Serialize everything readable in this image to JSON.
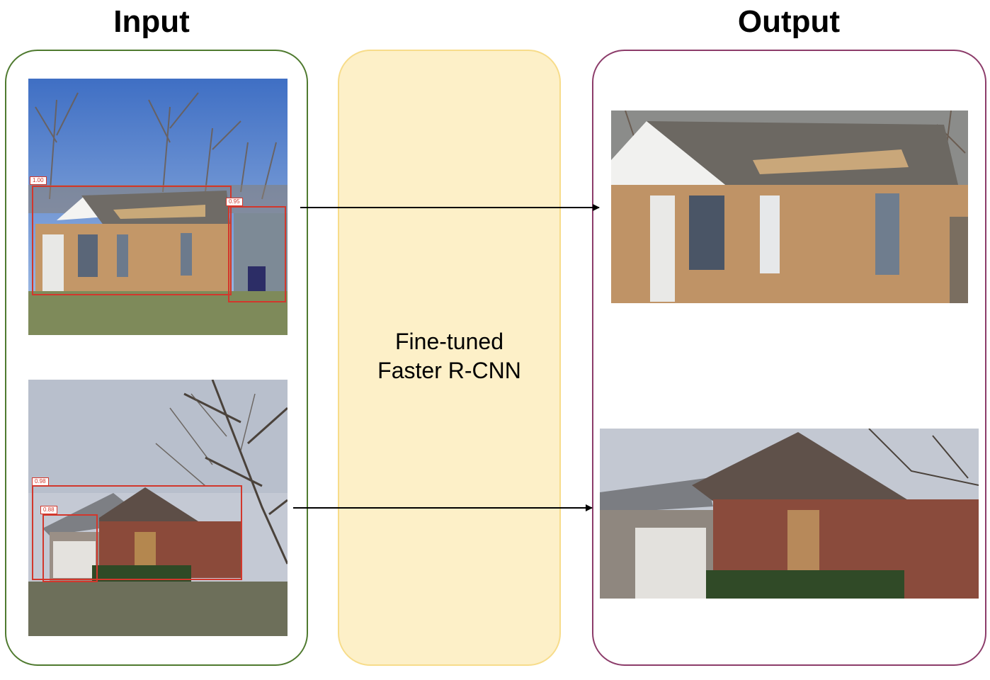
{
  "titles": {
    "input": "Input",
    "output": "Output"
  },
  "model": {
    "line1": "Fine-tuned",
    "line2": "Faster R-CNN"
  },
  "detections": {
    "image1": [
      {
        "score": "1.00"
      },
      {
        "score": "0.95"
      }
    ],
    "image2": [
      {
        "score": "0.98"
      },
      {
        "score": "0.88"
      }
    ]
  },
  "colors": {
    "input_border": "#4f7a2f",
    "model_fill": "#fdf0c8",
    "model_border": "#f7dc8a",
    "output_border": "#8c3c6a",
    "bbox": "#d2372c",
    "arrow": "#000000"
  }
}
